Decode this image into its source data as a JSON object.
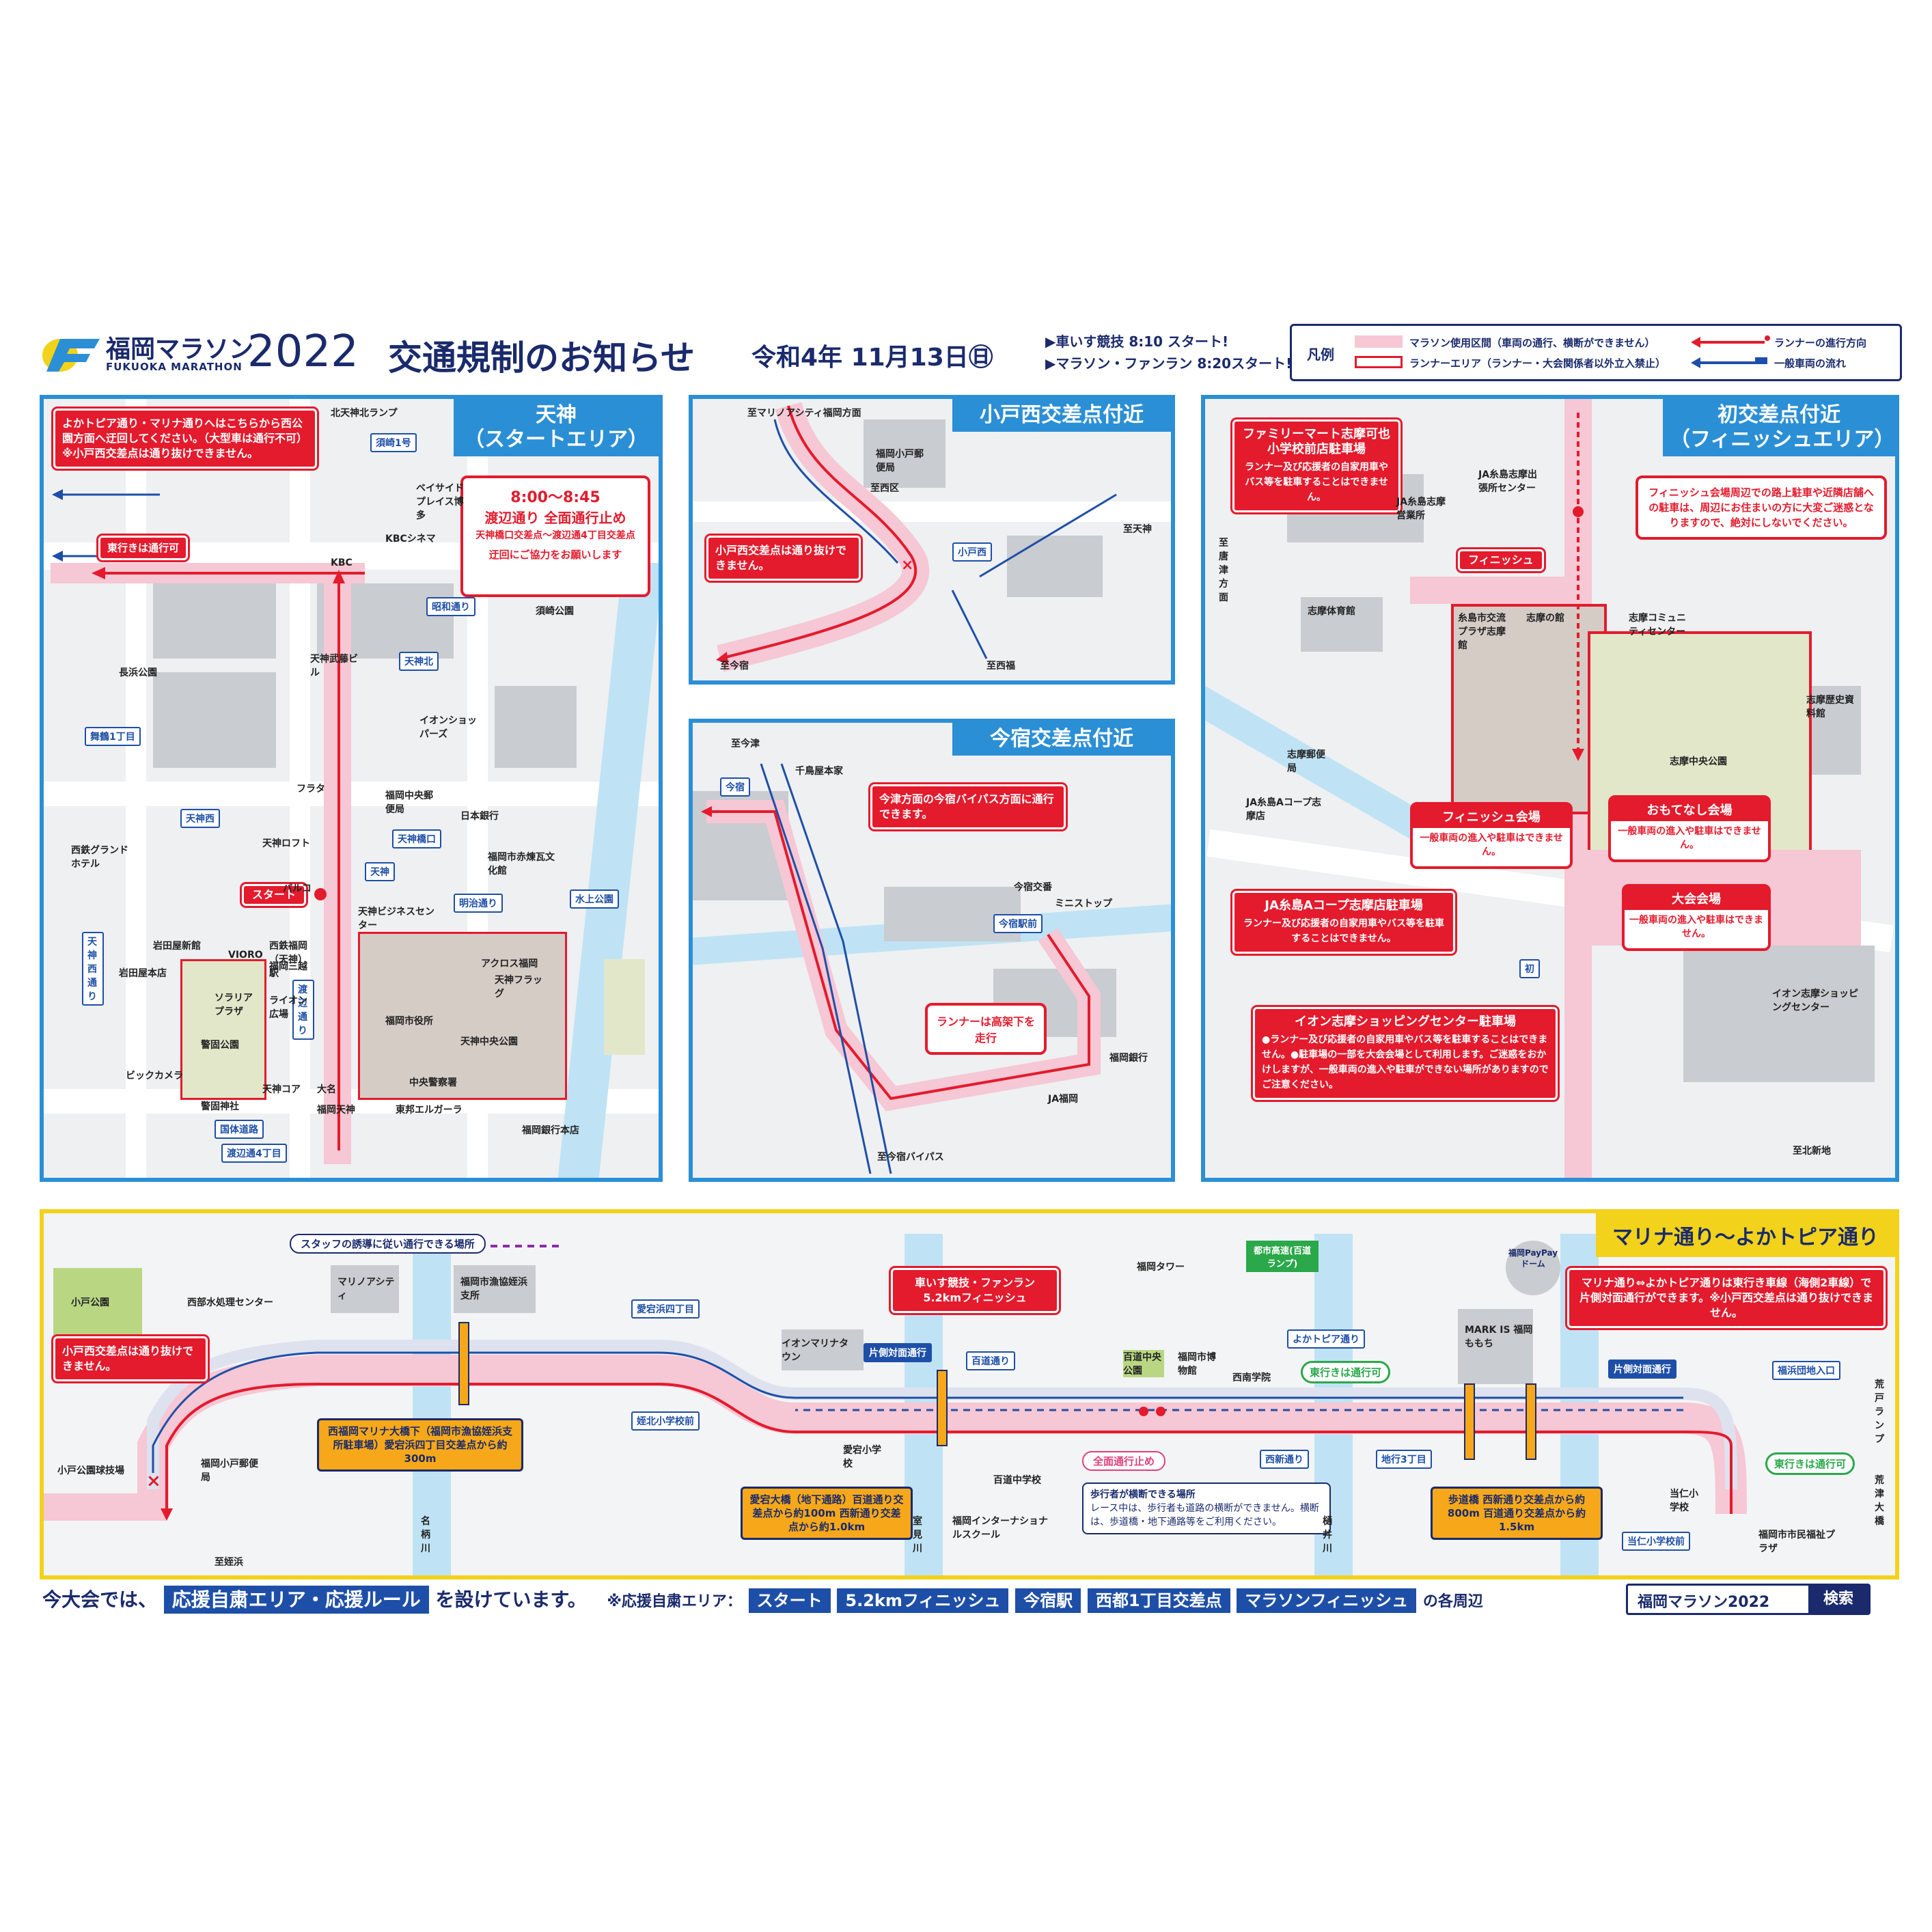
{
  "header": {
    "logo_title": "福岡マラソン",
    "logo_subtitle": "FUKUOKA MARATHON",
    "logo_year": "2022",
    "title": "交通規制のお知らせ",
    "date": "令和4年 11月13日㊐",
    "start_lines": [
      "▶車いす競技 8:10 スタート!",
      "▶マラソン・ファンラン 8:20スタート!"
    ]
  },
  "legend": {
    "title": "凡例",
    "items": [
      {
        "label": "マラソン使用区間（車両の通行、横断ができません）",
        "color": "#f6c7d4"
      },
      {
        "label": "ランナーエリア（ランナー・大会関係者以外立入禁止）",
        "color": "#e31b2d"
      },
      {
        "label": "ランナーの進行方向",
        "color": "#e31b2d"
      },
      {
        "label": "一般車両の流れ",
        "color": "#1e4fa8"
      }
    ]
  },
  "colors": {
    "navy": "#1a2a6c",
    "blue": "#2b8fd6",
    "red": "#e31b2d",
    "pink": "#f6c7d4",
    "yellow": "#f2d21a"
  },
  "tenjin": {
    "title": "天神\n（スタートエリア）",
    "note_top": "よかトピア通り・マリナ通りへはこちらから西公園方面へ迂回してください。（大型車は通行不可）※小戸西交差点は通り抜けできません。",
    "east_ok": "東行きは通行可",
    "closure_time": "8:00～8:45",
    "closure_title": "渡辺通り 全面通行止め",
    "closure_range": "天神橋口交差点～渡辺通4丁目交差点",
    "closure_ask": "迂回にご協力をお願いします",
    "start_label": "スタート",
    "places": [
      "北天神北ランプ",
      "須崎1号",
      "ベイサイドプレイス博多",
      "KBCシネマ",
      "KBC",
      "昭和通り",
      "須崎公園",
      "天神北",
      "長浜公園",
      "天神武藤ビル",
      "イオンショッパーズ",
      "舞鶴1丁目",
      "天神西",
      "フラタ",
      "福岡中央郵便局",
      "日本銀行",
      "天神橋口",
      "福岡市赤煉瓦文化館",
      "天神",
      "パルコ",
      "天神ビジネスセンター",
      "明治通り",
      "アクロス福岡",
      "福岡市役所",
      "天神中央公園",
      "水上公園",
      "ソラリアプラザ",
      "警固公園",
      "ビックカメラ",
      "警固神社",
      "国体道路",
      "渡辺通4丁目",
      "大名",
      "天神西通り",
      "西鉄グランドホテル",
      "渡辺通り",
      "福岡天神",
      "中央警察署",
      "東邦エルガーラ",
      "西鉄福岡（天神）駅",
      "VIORO",
      "岩田屋本店",
      "ライオン広場",
      "福岡三越",
      "岩田屋新館",
      "天神ロフト",
      "天神コア",
      "天神フラッグ",
      "福岡銀行本店"
    ]
  },
  "odo": {
    "title": "小戸西交差点付近",
    "note": "小戸西交差点は通り抜けできません。",
    "places": [
      "至マリノアシティ福岡方面",
      "福岡小戸郵便局",
      "至天神",
      "小戸西",
      "至西福",
      "至今宿",
      "至西区"
    ]
  },
  "imajuku": {
    "title": "今宿交差点付近",
    "note_top": "今津方面の今宿バイパス方面に通行できます。",
    "note_runner": "ランナーは高架下を走行",
    "places": [
      "至今津",
      "今宿",
      "千鳥屋本家",
      "今宿交番",
      "ミニストップ",
      "今宿駅前",
      "福岡銀行",
      "JA福岡",
      "至今宿バイパス"
    ]
  },
  "hatsu": {
    "title": "初交差点付近\n（フィニッシュエリア）",
    "family_title": "ファミリーマート志摩可也小学校前店駐車場",
    "family_body": "ランナー及び応援者の自家用車やバス等を駐車することはできません。",
    "finish_label": "フィニッシュ",
    "finish_note": "フィニッシュ会場周辺での路上駐車や近隣店舗への駐車は、周辺にお住まいの方に大変ご迷惑となりますので、絶対にしないでください。",
    "finish_venue_title": "フィニッシュ会場",
    "finish_venue_body": "一般車両の進入や駐車はできません。",
    "omotenashi_title": "おもてなし会場",
    "omotenashi_body": "一般車両の進入や駐車はできません。",
    "taikai_title": "大会会場",
    "taikai_body": "一般車両の進入や駐車はできません。",
    "ja_title": "JA糸島Aコープ志摩店駐車場",
    "ja_body": "ランナー及び応援者の自家用車やバス等を駐車することはできません。",
    "aeon_title": "イオン志摩ショッピングセンター駐車場",
    "aeon_body": "●ランナー及び応援者の自家用車やバス等を駐車することはできません。●駐車場の一部を大会会場として利用します。ご迷惑をおかけしますが、一般車両の進入や駐車ができない場所がありますのでご注意ください。",
    "places": [
      "JA糸島志摩出張所センター",
      "JA糸島志摩営業所",
      "至唐津方面",
      "志摩体育館",
      "糸島市交流プラザ志摩館",
      "志摩の館",
      "志摩コミュニティセンター",
      "志摩歴史資料館",
      "志摩中央公園",
      "志摩郵便局",
      "JA糸島Aコープ志摩店",
      "初",
      "イオン志摩ショッピングセンター",
      "至北新地"
    ]
  },
  "bottom": {
    "title": "マリナ通り～よかトピア通り",
    "staff_route": "スタッフの誘導に従い通行できる場所",
    "odo_note": "小戸西交差点は通り抜けできません。",
    "wheelchair_finish": "車いす競技・ファンラン5.2kmフィニッシュ",
    "one_way_1": "片側対面通行",
    "one_way_2": "片側対面通行",
    "full_closure": "全面通行止め",
    "east_ok_1": "東行きは通行可",
    "east_ok_2": "東行きは通行可",
    "cross_title": "歩行者が横断できる場所",
    "cross_body": "レース中は、歩行者も道路の横断ができません。横断は、歩道橋・地下通路等をご利用ください。",
    "right_note": "マリナ通り⇔よかトピア通りは東行き車線（海側2車線）で片側対面通行ができます。※小戸西交差点は通り抜けできません。",
    "underpass1": "西福岡マリナ大橋下（福岡市漁協姪浜支所駐車場）愛宕浜四丁目交差点から約300m",
    "underpass2": "愛宕大橋（地下通路）百道通り交差点から約100m 西新通り交差点から約1.0km",
    "footbridge": "歩道橋 西新通り交差点から約800m 百道通り交差点から約1.5km",
    "places": [
      "小戸公園",
      "西部水処理センター",
      "マリノアシティ",
      "福岡市漁協姪浜支所",
      "愛宕浜四丁目",
      "姪北小学校前",
      "小戸公園球技場",
      "福岡小戸郵便局",
      "至姪浜",
      "名柄川",
      "イオンマリナタウン",
      "百道通り",
      "愛宕小学校",
      "室見川",
      "百道中学校",
      "福岡インターナショナルスクール",
      "福岡タワー",
      "都市高速(百道ランプ)",
      "百道中央公園",
      "福岡市博物館",
      "西南学院",
      "よかトピア通り",
      "西新通り",
      "地行3丁目",
      "樋井川",
      "福岡PayPayドーム",
      "MARK IS 福岡ももち",
      "当仁小学校",
      "当仁小学校前",
      "福岡市市民福祉プラザ",
      "荒戸ランプ",
      "荒津大橋",
      "福浜団地入口"
    ]
  },
  "footer": {
    "prefix": "今大会では、",
    "highlight": "応援自粛エリア・応援ルール",
    "suffix": "を設けています。",
    "note": "※応援自粛エリア：",
    "areas": [
      "スタート",
      "5.2kmフィニッシュ",
      "今宿駅",
      "西都1丁目交差点",
      "マラソンフィニッシュ"
    ],
    "tail": "の各周辺",
    "search_text": "福岡マラソン2022",
    "search_button": "検索"
  }
}
